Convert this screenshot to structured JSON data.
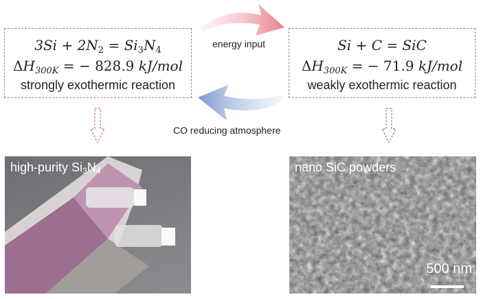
{
  "left_reaction": {
    "equation": {
      "lhs_a": "3Si",
      "plus": "+",
      "lhs_b": "2N",
      "lhs_b_sub": "2",
      "eq": "=",
      "rhs": "Si",
      "rhs_sub1": "3",
      "rhs_n": "N",
      "rhs_sub2": "4"
    },
    "enthalpy": {
      "symbol": "ΔH",
      "sub": "300K",
      "eq": "=",
      "value": "− 828.9",
      "unit": "kJ/mol"
    },
    "description": "strongly exothermic reaction",
    "border_color": "#b07a88"
  },
  "right_reaction": {
    "equation": {
      "lhs_a": "Si",
      "plus": "+",
      "lhs_b": "C",
      "eq": "=",
      "rhs": "SiC"
    },
    "enthalpy": {
      "symbol": "ΔH",
      "sub": "300K",
      "eq": "=",
      "value": "− 71.9",
      "unit": "kJ/mol"
    },
    "description": "weakly exothermic reaction",
    "border_color": "#7f8a98"
  },
  "arrows": {
    "top_label": "energy input",
    "top_color": "#e8808c",
    "bottom_label": "CO reducing atmosphere",
    "bottom_color": "#8aa2d4"
  },
  "photos": {
    "left": {
      "title": "high-purity Si",
      "sub1": "3",
      "title_n": "N",
      "sub2": "4"
    },
    "right": {
      "title": "nano SiC powders",
      "scale_label": "500 nm"
    }
  }
}
